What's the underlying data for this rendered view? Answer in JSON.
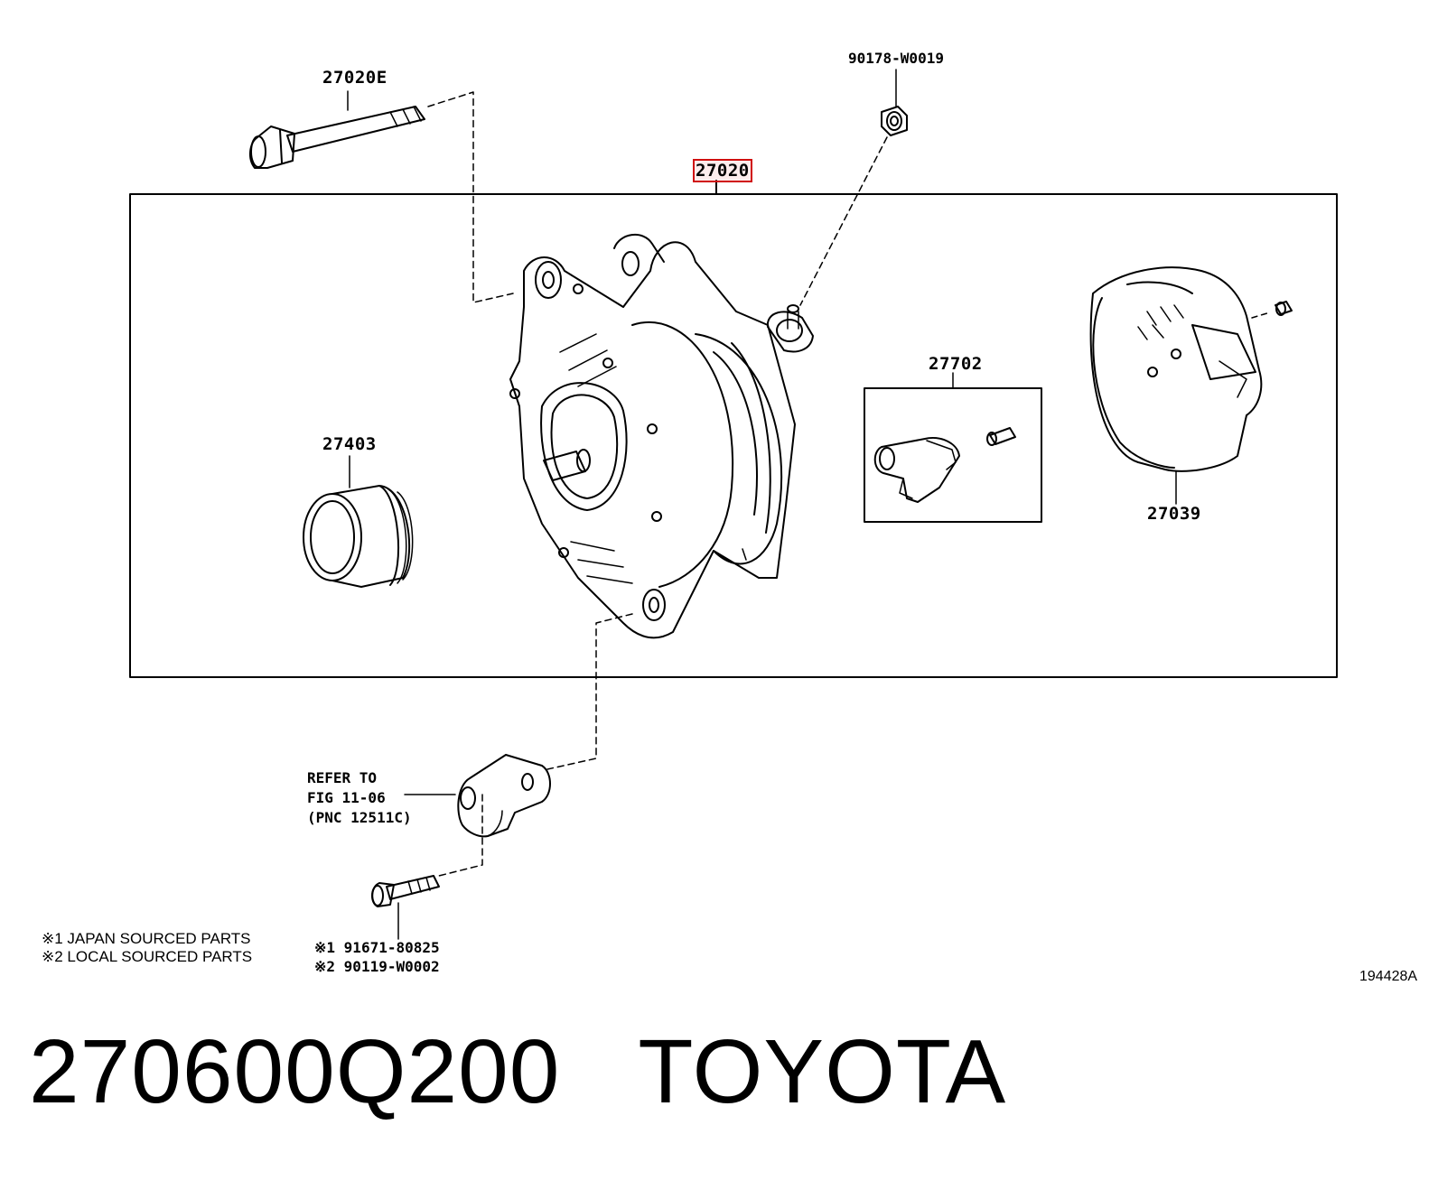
{
  "callouts": {
    "bolt_top": "27020E",
    "nut_top": "90178-W0019",
    "assembly": "27020",
    "regulator": "27702",
    "pulley": "27403",
    "rear_cover": "27039"
  },
  "refer_note": {
    "line1": "REFER TO",
    "line2": "FIG 11-06",
    "line3": "(PNC 12511C)"
  },
  "legend": {
    "line1": "※1 JAPAN SOURCED PARTS",
    "line2": "※2 LOCAL SOURCED PARTS"
  },
  "bolt_bottom": {
    "line1": "※1 91671-80825",
    "line2": "※2 90119-W0002"
  },
  "figure_code": "194428A",
  "footer": {
    "part_number": "270600Q200",
    "brand": "TOYOTA"
  }
}
